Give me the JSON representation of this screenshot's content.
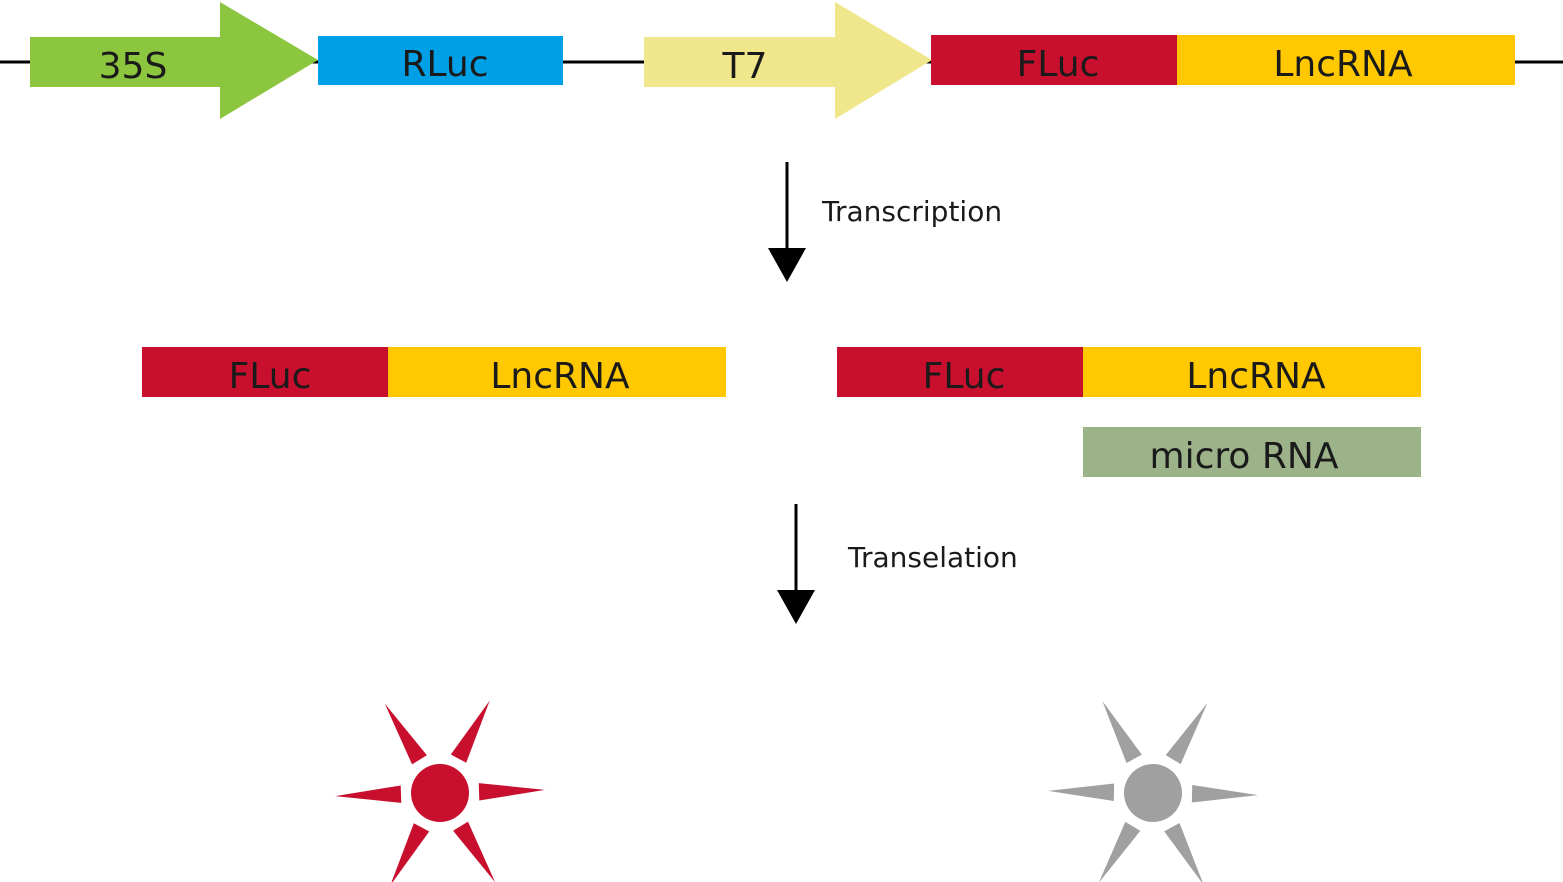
{
  "construct": {
    "promoter_35s": "35S",
    "rluc": "RLuc",
    "promoter_t7": "T7",
    "fluc": "FLuc",
    "lncrna": "LncRNA"
  },
  "steps": {
    "transcription": "Transcription",
    "translation": "Transelation"
  },
  "transcripts": {
    "left": {
      "fluc": "FLuc",
      "lncrna": "LncRNA"
    },
    "right": {
      "fluc": "FLuc",
      "lncrna": "LncRNA",
      "microrna": "micro RNA"
    }
  },
  "outputs": {
    "left_star_color": "#c8102e",
    "right_star_color": "#a0a0a0"
  },
  "colors": {
    "green": "#8cc63f",
    "blue": "#00a0e6",
    "yellow_light": "#f0e68c",
    "red": "#c8102e",
    "orange": "#ffc800",
    "mirna": "#9cb38a"
  }
}
